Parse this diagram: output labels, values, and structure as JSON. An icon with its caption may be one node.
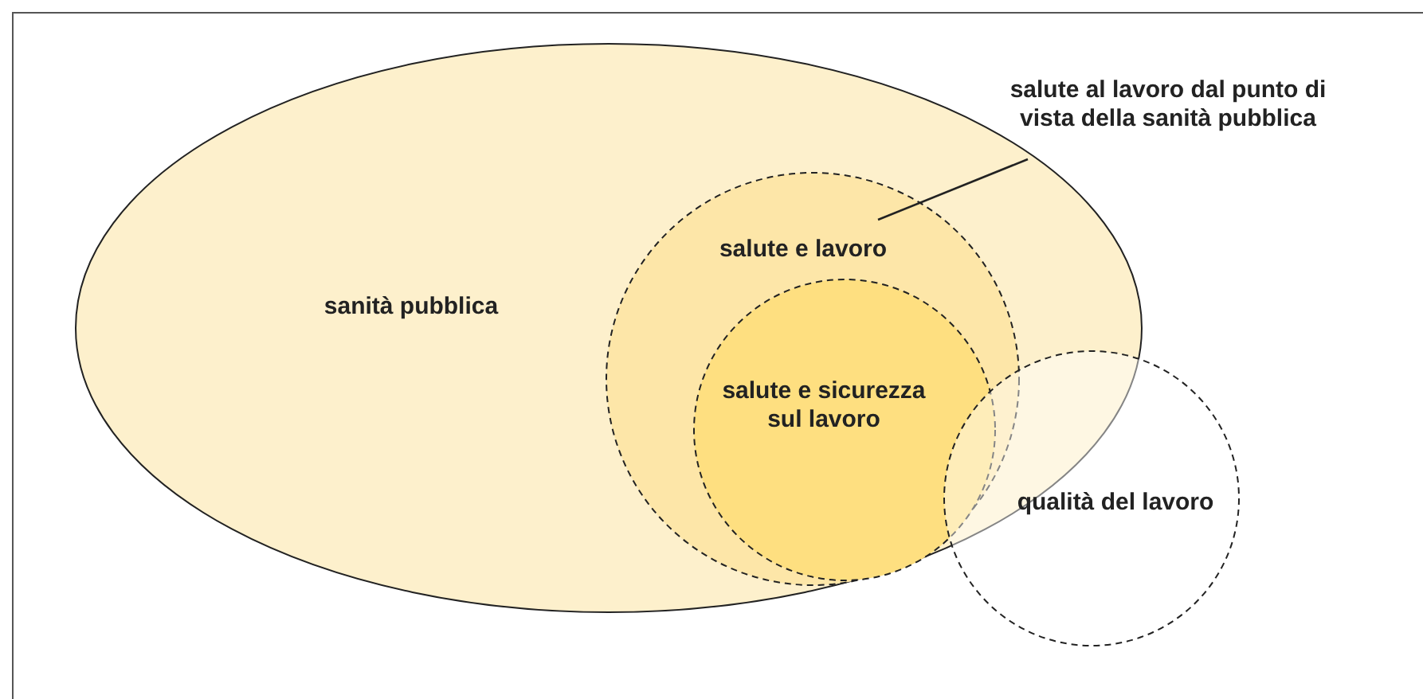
{
  "diagram": {
    "nodes": [
      {
        "text": [
          "sanità pubblica"
        ]
      },
      {
        "text": [
          "salute e lavoro"
        ],
        "in": 0
      },
      {
        "text": [
          "salute e sicurezza sul lavoro"
        ],
        "in": 1
      },
      {
        "text": [
          "qualità del lavoro"
        ]
      },
      {
        "text": [
          "salute al lavoro dal punto di vista della sanità pubblica"
        ]
      }
    ],
    "edges": [
      {
        "from": 4,
        "to": 1,
        "arrow": "none"
      }
    ]
  }
}
